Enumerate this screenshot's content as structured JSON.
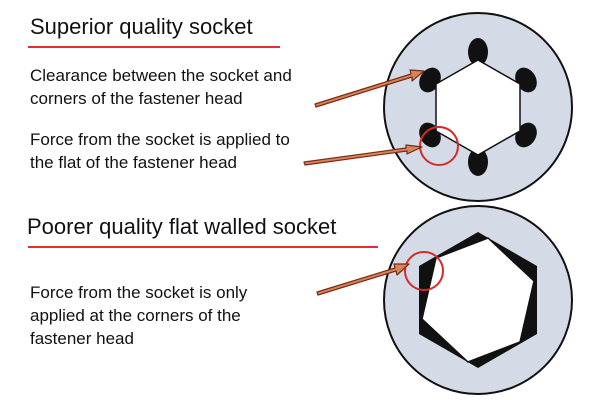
{
  "colors": {
    "rule": "#e03030",
    "socket_fill": "#d4dbe6",
    "outline": "#111111",
    "highlight": "#d42a2a",
    "arrow_fill": "#d8845a",
    "arrow_stroke": "#7a2a14"
  },
  "superior": {
    "heading": "Superior quality socket",
    "clearance_label_line1": "Clearance between the socket and",
    "clearance_label_line2": "corners of the fastener head",
    "force_label_line1": "Force from the socket is applied to",
    "force_label_line2": "the flat of the fastener head"
  },
  "poorer": {
    "heading": "Poorer quality flat walled socket",
    "force_label_line1": "Force from the socket is only",
    "force_label_line2": "applied at the corners of the",
    "force_label_line3": "fastener head"
  }
}
